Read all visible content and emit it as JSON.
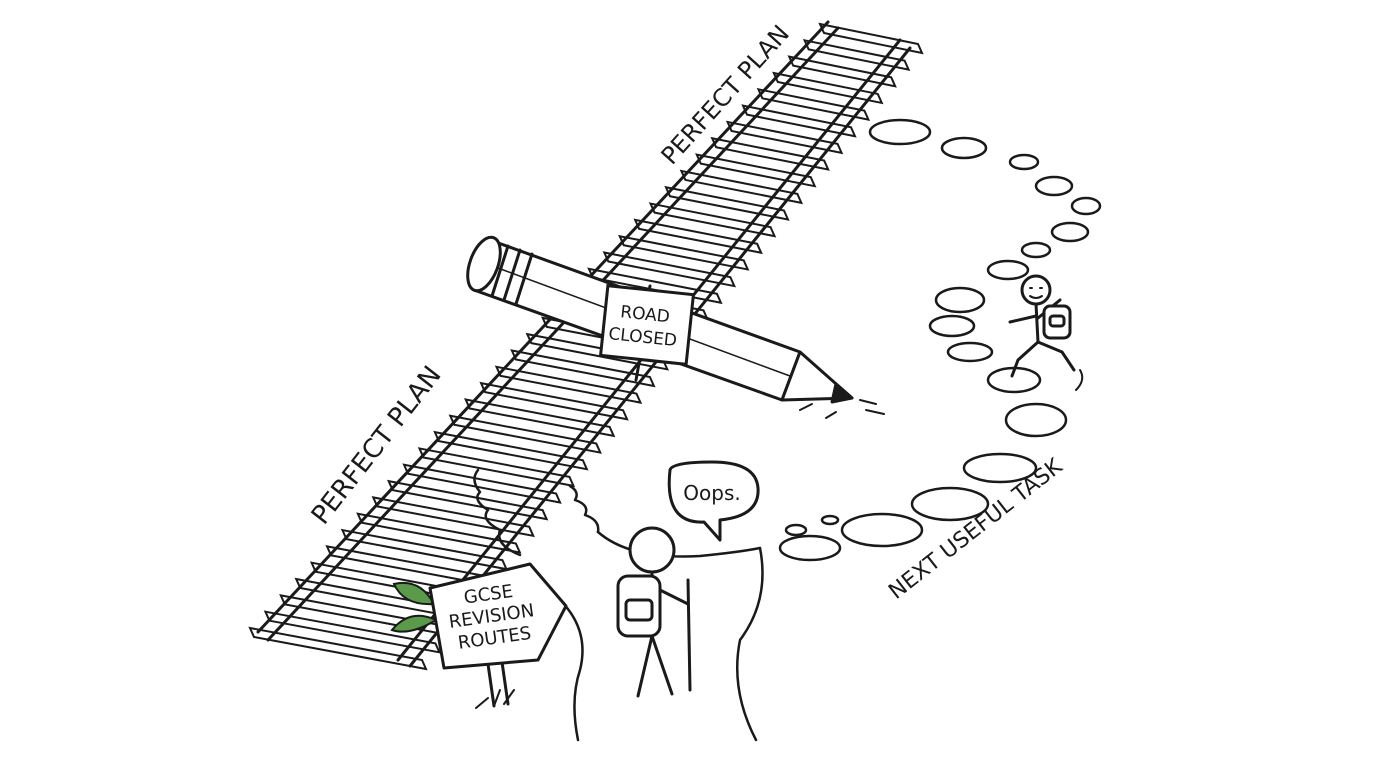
{
  "labels": {
    "track_upper": "PERFECT PLAN",
    "track_lower": "PERFECT PLAN",
    "road_sign_line1": "ROAD",
    "road_sign_line2": "CLOSED",
    "signpost_line1": "GCSE",
    "signpost_line2": "REVISION",
    "signpost_line3": "ROUTES",
    "speech_bubble": "Oops.",
    "path_label": "NEXT USEFUL TASK"
  },
  "icons": {
    "pencil": "pencil-icon",
    "walker": "stick-figure-hiker",
    "runner": "stick-figure-runner",
    "leaves": "leaf-icon"
  },
  "colors": {
    "ink": "#1a1a1a",
    "leaf": "#5a9a4a",
    "paper": "#ffffff"
  }
}
